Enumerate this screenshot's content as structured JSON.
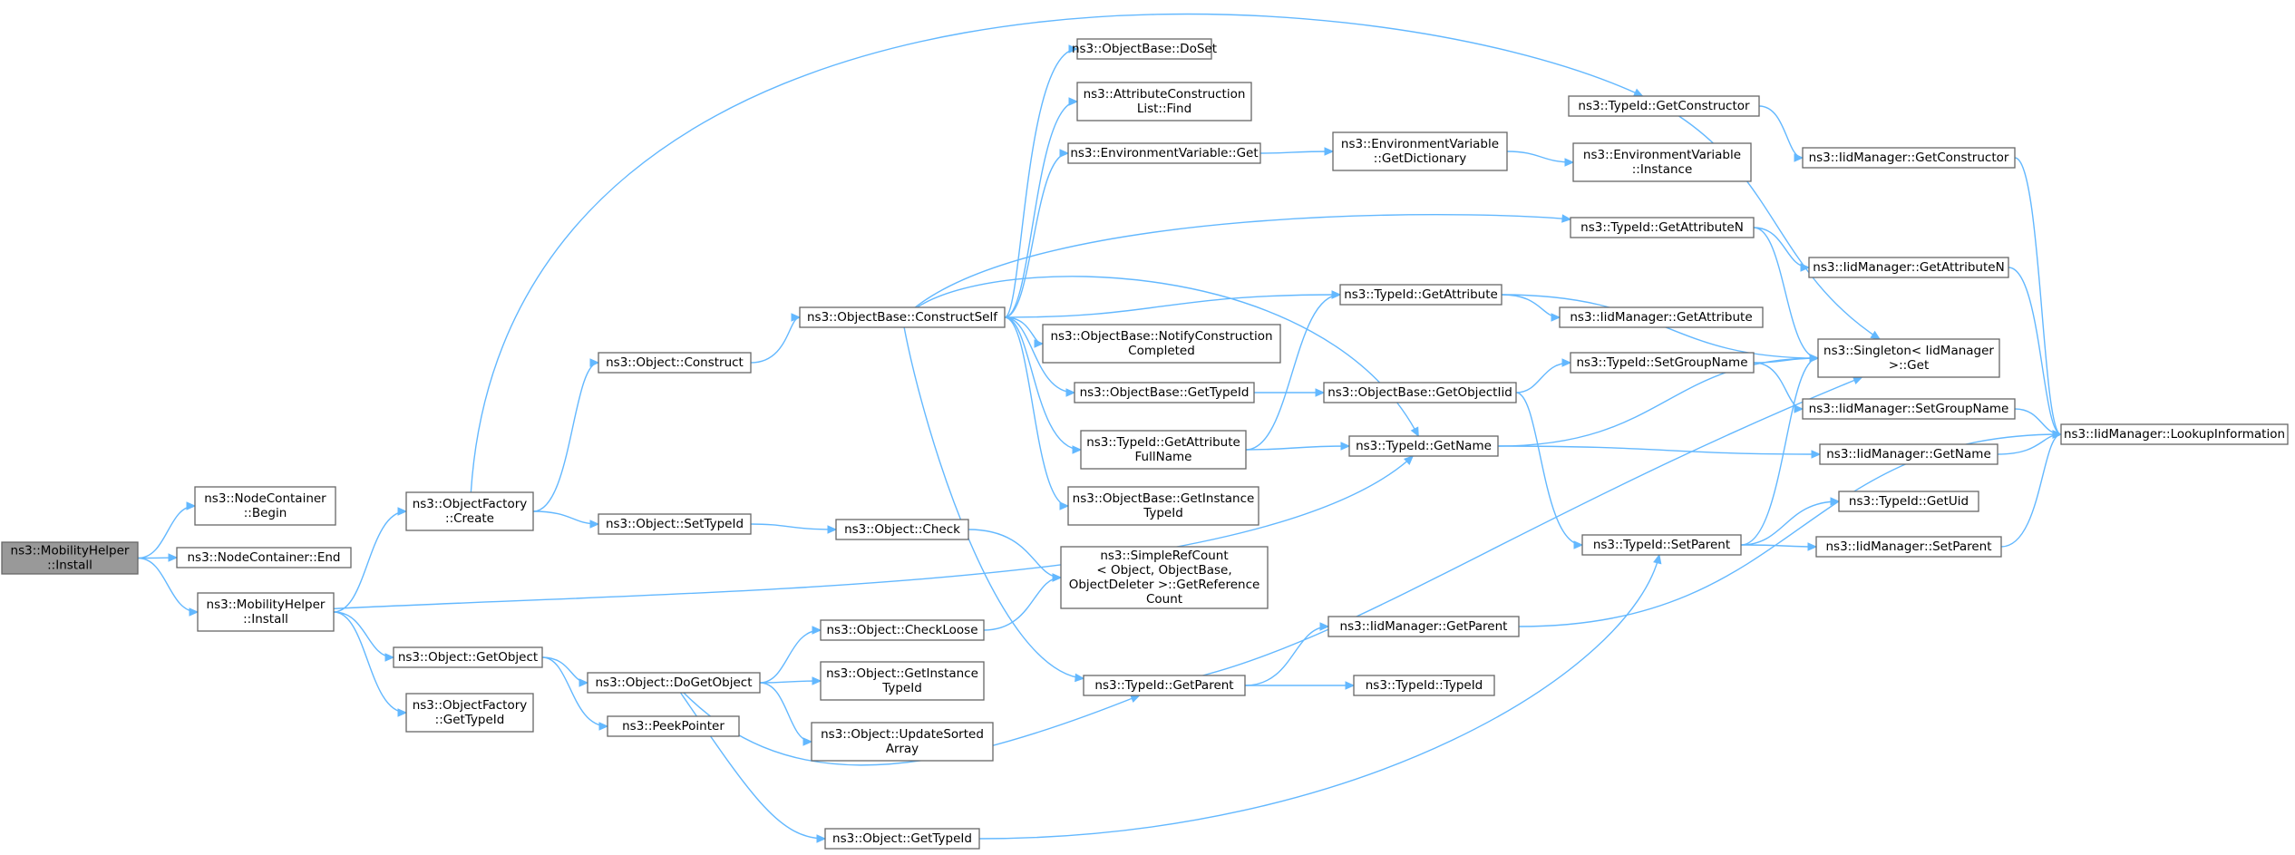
{
  "graph": {
    "nodes": [
      {
        "id": "root",
        "lines": [
          "ns3::MobilityHelper",
          "::Install"
        ],
        "root": true
      },
      {
        "id": "nc_begin",
        "lines": [
          "ns3::NodeContainer",
          "::Begin"
        ]
      },
      {
        "id": "nc_end",
        "lines": [
          "ns3::NodeContainer::End"
        ]
      },
      {
        "id": "mh_install",
        "lines": [
          "ns3::MobilityHelper",
          "::Install"
        ]
      },
      {
        "id": "of_create",
        "lines": [
          "ns3::ObjectFactory",
          "::Create"
        ]
      },
      {
        "id": "obj_getobject",
        "lines": [
          "ns3::Object::GetObject"
        ]
      },
      {
        "id": "of_gettypeid",
        "lines": [
          "ns3::ObjectFactory",
          "::GetTypeId"
        ]
      },
      {
        "id": "obj_construct",
        "lines": [
          "ns3::Object::Construct"
        ]
      },
      {
        "id": "obj_settypeid",
        "lines": [
          "ns3::Object::SetTypeId"
        ]
      },
      {
        "id": "obj_dogetobject",
        "lines": [
          "ns3::Object::DoGetObject"
        ]
      },
      {
        "id": "peekpointer",
        "lines": [
          "ns3::PeekPointer"
        ]
      },
      {
        "id": "ob_constructself",
        "lines": [
          "ns3::ObjectBase::ConstructSelf"
        ]
      },
      {
        "id": "obj_check",
        "lines": [
          "ns3::Object::Check"
        ]
      },
      {
        "id": "obj_checkloose",
        "lines": [
          "ns3::Object::CheckLoose"
        ]
      },
      {
        "id": "obj_getinstancetypeid",
        "lines": [
          "ns3::Object::GetInstance",
          "TypeId"
        ]
      },
      {
        "id": "obj_updatesorted",
        "lines": [
          "ns3::Object::UpdateSorted",
          "Array"
        ]
      },
      {
        "id": "obj_gettypeid",
        "lines": [
          "ns3::Object::GetTypeId"
        ]
      },
      {
        "id": "ob_doset",
        "lines": [
          "ns3::ObjectBase::DoSet"
        ]
      },
      {
        "id": "acl_find",
        "lines": [
          "ns3::AttributeConstruction",
          "List::Find"
        ]
      },
      {
        "id": "ev_get",
        "lines": [
          "ns3::EnvironmentVariable::Get"
        ]
      },
      {
        "id": "ob_notify",
        "lines": [
          "ns3::ObjectBase::NotifyConstruction",
          "Completed"
        ]
      },
      {
        "id": "ob_gettypeid",
        "lines": [
          "ns3::ObjectBase::GetTypeId"
        ]
      },
      {
        "id": "tid_getattrfullname",
        "lines": [
          "ns3::TypeId::GetAttribute",
          "FullName"
        ]
      },
      {
        "id": "ob_getinstancetypeid",
        "lines": [
          "ns3::ObjectBase::GetInstance",
          "TypeId"
        ]
      },
      {
        "id": "src_getrefcount",
        "lines": [
          "ns3::SimpleRefCount",
          "< Object, ObjectBase,",
          "ObjectDeleter >::GetReference",
          "Count"
        ]
      },
      {
        "id": "tid_getparent",
        "lines": [
          "ns3::TypeId::GetParent"
        ]
      },
      {
        "id": "ev_getdict",
        "lines": [
          "ns3::EnvironmentVariable",
          "::GetDictionary"
        ]
      },
      {
        "id": "tid_getattribute",
        "lines": [
          "ns3::TypeId::GetAttribute"
        ]
      },
      {
        "id": "ob_getobjectiid",
        "lines": [
          "ns3::ObjectBase::GetObjectIid"
        ]
      },
      {
        "id": "tid_getname",
        "lines": [
          "ns3::TypeId::GetName"
        ]
      },
      {
        "id": "iid_getparent",
        "lines": [
          "ns3::IidManager::GetParent"
        ]
      },
      {
        "id": "tid_typeid",
        "lines": [
          "ns3::TypeId::TypeId"
        ]
      },
      {
        "id": "tid_getconstructor",
        "lines": [
          "ns3::TypeId::GetConstructor"
        ]
      },
      {
        "id": "ev_instance",
        "lines": [
          "ns3::EnvironmentVariable",
          "::Instance"
        ]
      },
      {
        "id": "tid_getattributen",
        "lines": [
          "ns3::TypeId::GetAttributeN"
        ]
      },
      {
        "id": "iid_getattribute",
        "lines": [
          "ns3::IidManager::GetAttribute"
        ]
      },
      {
        "id": "tid_setgroupname",
        "lines": [
          "ns3::TypeId::SetGroupName"
        ]
      },
      {
        "id": "tid_setparent",
        "lines": [
          "ns3::TypeId::SetParent"
        ]
      },
      {
        "id": "iid_getconstructor",
        "lines": [
          "ns3::IidManager::GetConstructor"
        ]
      },
      {
        "id": "iid_getattributen",
        "lines": [
          "ns3::IidManager::GetAttributeN"
        ]
      },
      {
        "id": "singleton_get",
        "lines": [
          "ns3::Singleton< IidManager",
          "  >::Get"
        ]
      },
      {
        "id": "iid_setgroupname",
        "lines": [
          "ns3::IidManager::SetGroupName"
        ]
      },
      {
        "id": "iid_getname",
        "lines": [
          "ns3::IidManager::GetName"
        ]
      },
      {
        "id": "tid_getuid",
        "lines": [
          "ns3::TypeId::GetUid"
        ]
      },
      {
        "id": "iid_setparent",
        "lines": [
          "ns3::IidManager::SetParent"
        ]
      },
      {
        "id": "iid_lookup",
        "lines": [
          "ns3::IidManager::LookupInformation"
        ]
      }
    ],
    "edges": [
      [
        "root",
        "nc_begin"
      ],
      [
        "root",
        "nc_end"
      ],
      [
        "root",
        "mh_install"
      ],
      [
        "mh_install",
        "of_create"
      ],
      [
        "mh_install",
        "obj_getobject"
      ],
      [
        "mh_install",
        "of_gettypeid"
      ],
      [
        "mh_install",
        "tid_getname"
      ],
      [
        "of_create",
        "obj_construct"
      ],
      [
        "of_create",
        "obj_settypeid"
      ],
      [
        "of_create",
        "tid_getconstructor"
      ],
      [
        "obj_construct",
        "ob_constructself"
      ],
      [
        "obj_settypeid",
        "obj_check"
      ],
      [
        "obj_check",
        "src_getrefcount"
      ],
      [
        "obj_checkloose",
        "src_getrefcount"
      ],
      [
        "obj_getobject",
        "obj_dogetobject"
      ],
      [
        "obj_getobject",
        "peekpointer"
      ],
      [
        "obj_dogetobject",
        "obj_checkloose"
      ],
      [
        "obj_dogetobject",
        "obj_getinstancetypeid"
      ],
      [
        "obj_dogetobject",
        "obj_updatesorted"
      ],
      [
        "obj_dogetobject",
        "obj_gettypeid"
      ],
      [
        "obj_dogetobject",
        "tid_getparent"
      ],
      [
        "obj_gettypeid",
        "tid_setparent"
      ],
      [
        "ob_constructself",
        "ob_doset"
      ],
      [
        "ob_constructself",
        "acl_find"
      ],
      [
        "ob_constructself",
        "ev_get"
      ],
      [
        "ob_constructself",
        "ob_notify"
      ],
      [
        "ob_constructself",
        "ob_gettypeid"
      ],
      [
        "ob_constructself",
        "tid_getattrfullname"
      ],
      [
        "ob_constructself",
        "ob_getinstancetypeid"
      ],
      [
        "ob_constructself",
        "tid_getparent"
      ],
      [
        "ob_constructself",
        "tid_getattribute"
      ],
      [
        "ob_constructself",
        "tid_getattributen"
      ],
      [
        "ob_constructself",
        "tid_getname"
      ],
      [
        "ev_get",
        "ev_getdict"
      ],
      [
        "ev_getdict",
        "ev_instance"
      ],
      [
        "ob_gettypeid",
        "ob_getobjectiid"
      ],
      [
        "tid_getattrfullname",
        "tid_getattribute"
      ],
      [
        "tid_getattrfullname",
        "tid_getname"
      ],
      [
        "ob_getobjectiid",
        "tid_setgroupname"
      ],
      [
        "ob_getobjectiid",
        "tid_setparent"
      ],
      [
        "tid_getparent",
        "iid_getparent"
      ],
      [
        "tid_getparent",
        "tid_typeid"
      ],
      [
        "tid_getparent",
        "singleton_get"
      ],
      [
        "tid_getconstructor",
        "iid_getconstructor"
      ],
      [
        "tid_getconstructor",
        "singleton_get"
      ],
      [
        "tid_getattributen",
        "iid_getattributen"
      ],
      [
        "tid_getattributen",
        "singleton_get"
      ],
      [
        "tid_getattribute",
        "iid_getattribute"
      ],
      [
        "tid_getattribute",
        "singleton_get"
      ],
      [
        "tid_setgroupname",
        "singleton_get"
      ],
      [
        "tid_setgroupname",
        "iid_setgroupname"
      ],
      [
        "tid_getname",
        "singleton_get"
      ],
      [
        "tid_getname",
        "iid_getname"
      ],
      [
        "tid_setparent",
        "singleton_get"
      ],
      [
        "tid_setparent",
        "tid_getuid"
      ],
      [
        "tid_setparent",
        "iid_setparent"
      ],
      [
        "iid_getparent",
        "iid_lookup"
      ],
      [
        "iid_getconstructor",
        "iid_lookup"
      ],
      [
        "iid_getattributen",
        "iid_lookup"
      ],
      [
        "iid_setgroupname",
        "iid_lookup"
      ],
      [
        "iid_getname",
        "iid_lookup"
      ],
      [
        "iid_setparent",
        "iid_lookup"
      ]
    ]
  }
}
